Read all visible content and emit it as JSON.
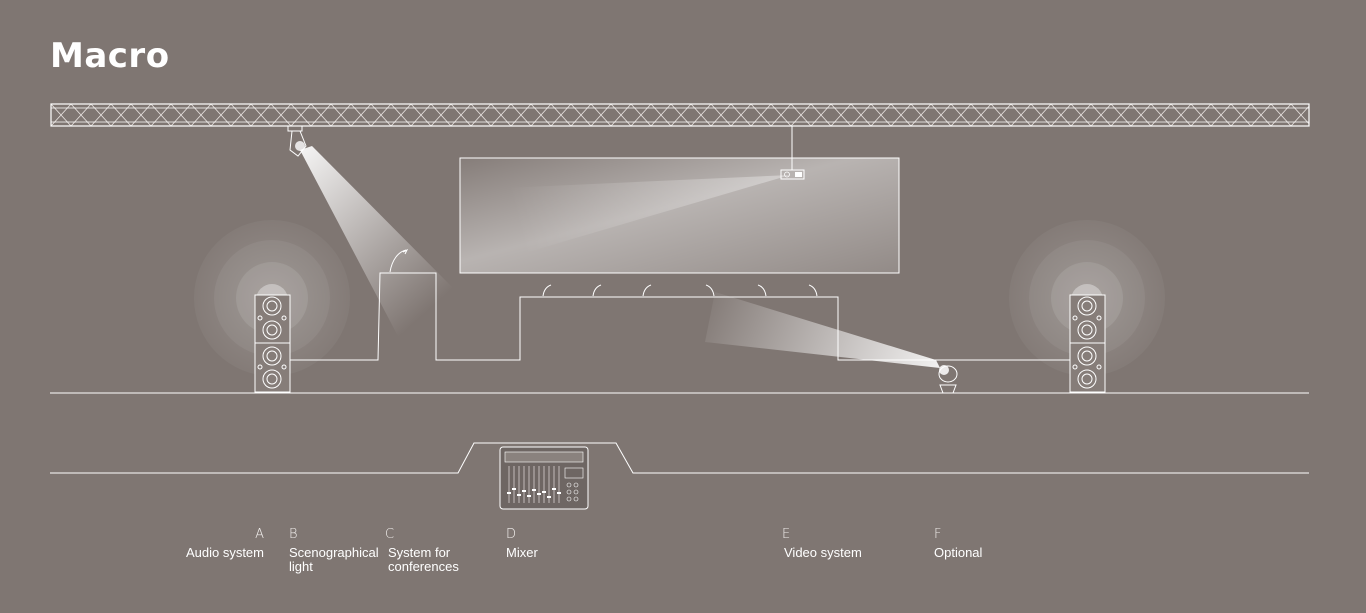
{
  "title": "Macro",
  "colors": {
    "background": "#7f7672",
    "line": "#ffffff"
  },
  "legend": [
    {
      "letter": "A",
      "lines": [
        "Audio system"
      ]
    },
    {
      "letter": "B",
      "lines": [
        "Scenographical",
        "light"
      ]
    },
    {
      "letter": "C",
      "lines": [
        "System for",
        "conferences"
      ]
    },
    {
      "letter": "D",
      "lines": [
        "Mixer"
      ]
    },
    {
      "letter": "E",
      "lines": [
        "Video system"
      ]
    },
    {
      "letter": "F",
      "lines": [
        "Optional"
      ]
    }
  ]
}
